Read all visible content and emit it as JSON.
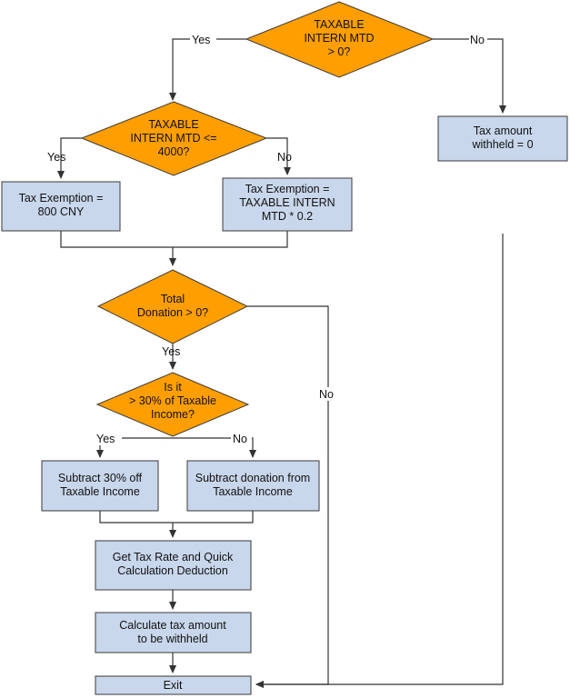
{
  "nodes": {
    "d_taxable_mtd_gt0": [
      "TAXABLE",
      "INTERN MTD",
      "> 0?"
    ],
    "box_tax_zero": [
      "Tax amount",
      "withheld = 0"
    ],
    "d_taxable_mtd_le4000": [
      "TAXABLE",
      "INTERN MTD <=",
      "4000?"
    ],
    "box_exempt_800": [
      "Tax Exemption =",
      "800 CNY"
    ],
    "box_exempt_pct": [
      "Tax Exemption =",
      "TAXABLE INTERN",
      "MTD * 0.2"
    ],
    "d_total_donation": [
      "Total",
      "Donation > 0?"
    ],
    "d_over_30pct": [
      "Is it",
      "> 30% of Taxable",
      "Income?"
    ],
    "box_subtract_30": [
      "Subtract 30% off",
      "Taxable Income"
    ],
    "box_subtract_donation": [
      "Subtract donation from",
      "Taxable Income"
    ],
    "box_get_rate": [
      "Get Tax Rate and Quick",
      "Calculation Deduction"
    ],
    "box_calc_tax": [
      "Calculate tax amount",
      "to be withheld"
    ],
    "box_exit": [
      "Exit"
    ]
  },
  "labels": {
    "d1_yes": "Yes",
    "d1_no": "No",
    "d2_yes": "Yes",
    "d2_no": "No",
    "d3_yes": "Yes",
    "d3_no": "No",
    "d4_yes": "Yes",
    "d4_no": "No"
  }
}
